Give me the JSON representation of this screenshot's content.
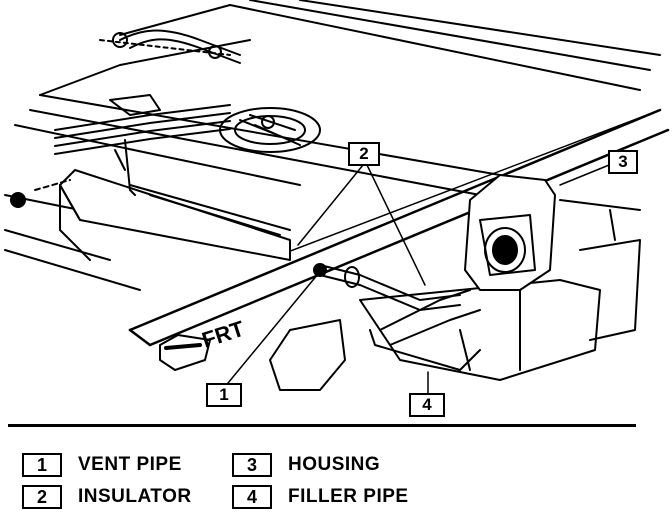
{
  "diagram": {
    "direction_label": "FRT",
    "callouts": [
      {
        "number": "1"
      },
      {
        "number": "2"
      },
      {
        "number": "3"
      },
      {
        "number": "4"
      }
    ]
  },
  "legend": [
    {
      "number": "1",
      "label": "VENT PIPE"
    },
    {
      "number": "2",
      "label": "INSULATOR"
    },
    {
      "number": "3",
      "label": "HOUSING"
    },
    {
      "number": "4",
      "label": "FILLER PIPE"
    }
  ]
}
